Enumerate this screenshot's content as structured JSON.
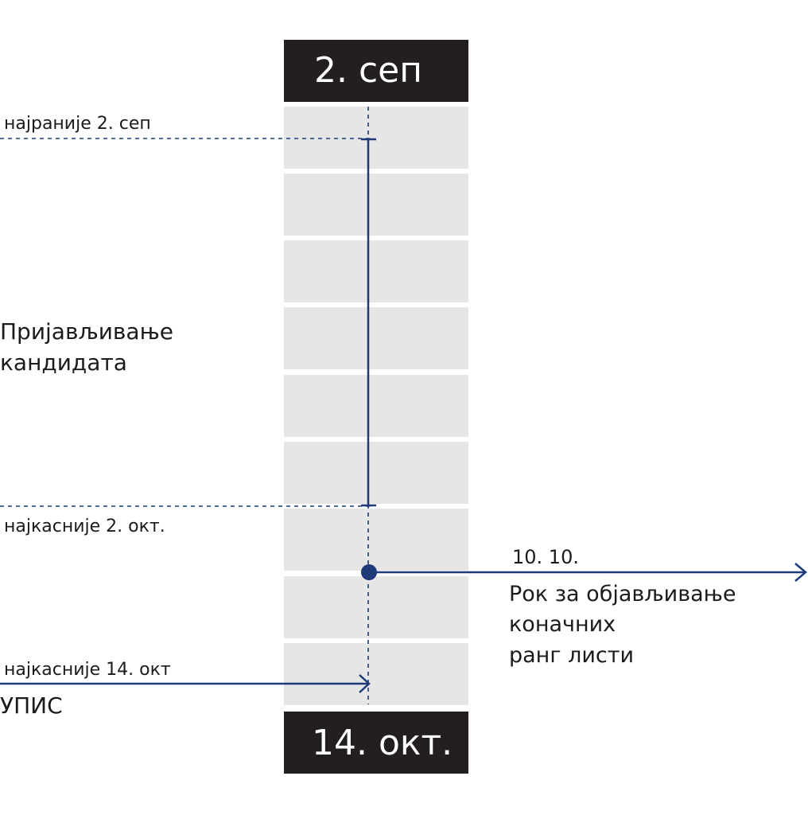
{
  "timeline": {
    "start_label": "2. сеп",
    "end_label": "14. окт."
  },
  "application": {
    "earliest_label": "најраније 2. сеп",
    "latest_label": "најкасније 2. окт.",
    "title_line1": "Пријављивање",
    "title_line2": "кандидата"
  },
  "ranking": {
    "date_label": "10. 10.",
    "line1": "Рок за објављивање",
    "line2": "коначних",
    "line3": "ранг листи"
  },
  "enrollment": {
    "deadline_label": "најкасније 14. окт",
    "title": "УПИС"
  },
  "colors": {
    "accent": "#1f3a78",
    "block_fill": "#e6e6e6",
    "header_fill": "#231f20"
  }
}
